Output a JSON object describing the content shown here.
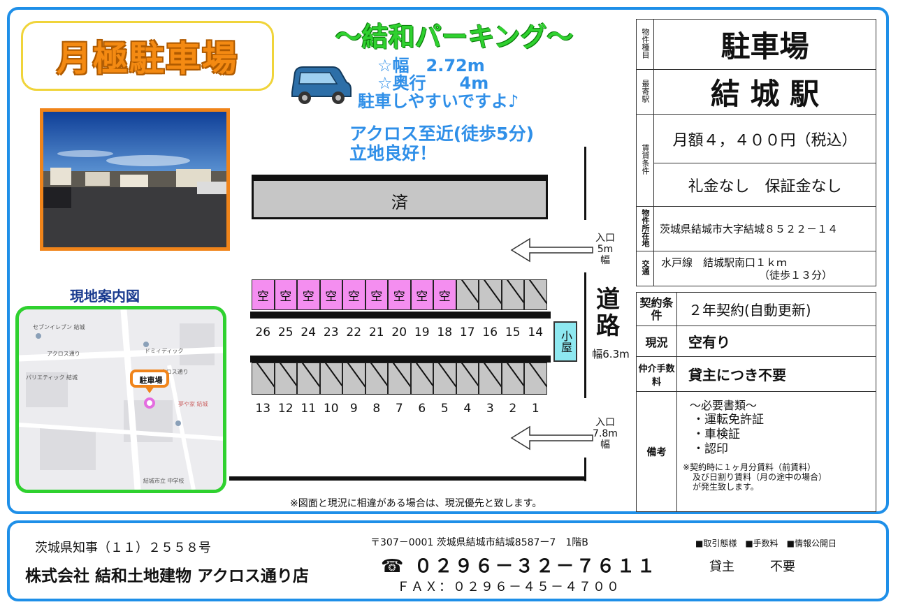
{
  "title": "月極駐車場",
  "brand": "～結和パーキング～",
  "specs": {
    "width": "☆幅　2.72m",
    "depth": "☆奥行　　4m",
    "easy": "駐車しやすいですよ♪"
  },
  "access_note_1": "アクロス至近(徒歩5分)",
  "access_note_2": "立地良好！",
  "map": {
    "title": "現地案内図",
    "marker": "駐車場",
    "labels": [
      "セブンイレブン 結城",
      "アクロス通り",
      "パリエティック 結城",
      "アクロス通り",
      "ドミィディック",
      "夢や家 結城",
      "結城市立 中学校"
    ]
  },
  "lot": {
    "sumi": "済",
    "road": "道路",
    "road_width": "幅6.3m",
    "koya": "小屋",
    "entrance_top": "入口5m幅",
    "entrance_bottom": "入口7.8m幅",
    "vacant_mark": "空",
    "row_top": [
      {
        "num": "26",
        "vacant": true
      },
      {
        "num": "25",
        "vacant": true
      },
      {
        "num": "24",
        "vacant": true
      },
      {
        "num": "23",
        "vacant": true
      },
      {
        "num": "22",
        "vacant": true
      },
      {
        "num": "21",
        "vacant": true
      },
      {
        "num": "20",
        "vacant": true
      },
      {
        "num": "19",
        "vacant": true
      },
      {
        "num": "18",
        "vacant": true
      },
      {
        "num": "17",
        "vacant": false
      },
      {
        "num": "16",
        "vacant": false
      },
      {
        "num": "15",
        "vacant": false
      },
      {
        "num": "14",
        "vacant": false
      }
    ],
    "row_bottom": [
      "13",
      "12",
      "11",
      "10",
      "9",
      "8",
      "7",
      "6",
      "5",
      "4",
      "3",
      "2",
      "1"
    ]
  },
  "disclaimer": "※図面と現況に相違がある場合は、現況優先と致します。",
  "info": {
    "type_label": "物件種目",
    "type_value": "駐車場",
    "station_label": "最寄駅",
    "station_value": "結 城 駅",
    "terms_label": "賃貸条件",
    "rent": "月額４，４００円（税込）",
    "fees": "礼金なし　保証金なし",
    "address_label": "物件所在地",
    "address": "茨城県結城市大字結城８５２２－１４",
    "transport_label": "交通",
    "transport_1": "水戸線　結城駅南口１ｋｍ",
    "transport_2": "（徒歩１３分）",
    "contract_label": "契約条件",
    "contract": "２年契約(自動更新)",
    "status_label": "現況",
    "status": "空有り",
    "broker_label": "仲介手数料",
    "broker": "貸主につき不要",
    "notes_label": "備考",
    "docs_title": "～必要書類～",
    "docs": [
      "・運転免許証",
      "・車検証",
      "・認印"
    ],
    "note_1": "※契約時に１ヶ月分賃料（前賃料）",
    "note_2": "及び日割り賃料（月の途中の場合）",
    "note_3": "が発生致します。"
  },
  "footer": {
    "license": "茨城県知事（１１）２５５８号",
    "company": "株式会社 結和土地建物 アクロス通り店",
    "address": "〒307－0001 茨城県結城市結城8587ー7　1階B",
    "tel": "☎ ０２９６－３２－７６１１",
    "fax": "ＦＡＸ：０２９６－４５－４７００",
    "legend": "■取引態様　■手数料　■情報公開日",
    "role": "貸主",
    "fee": "不要"
  }
}
